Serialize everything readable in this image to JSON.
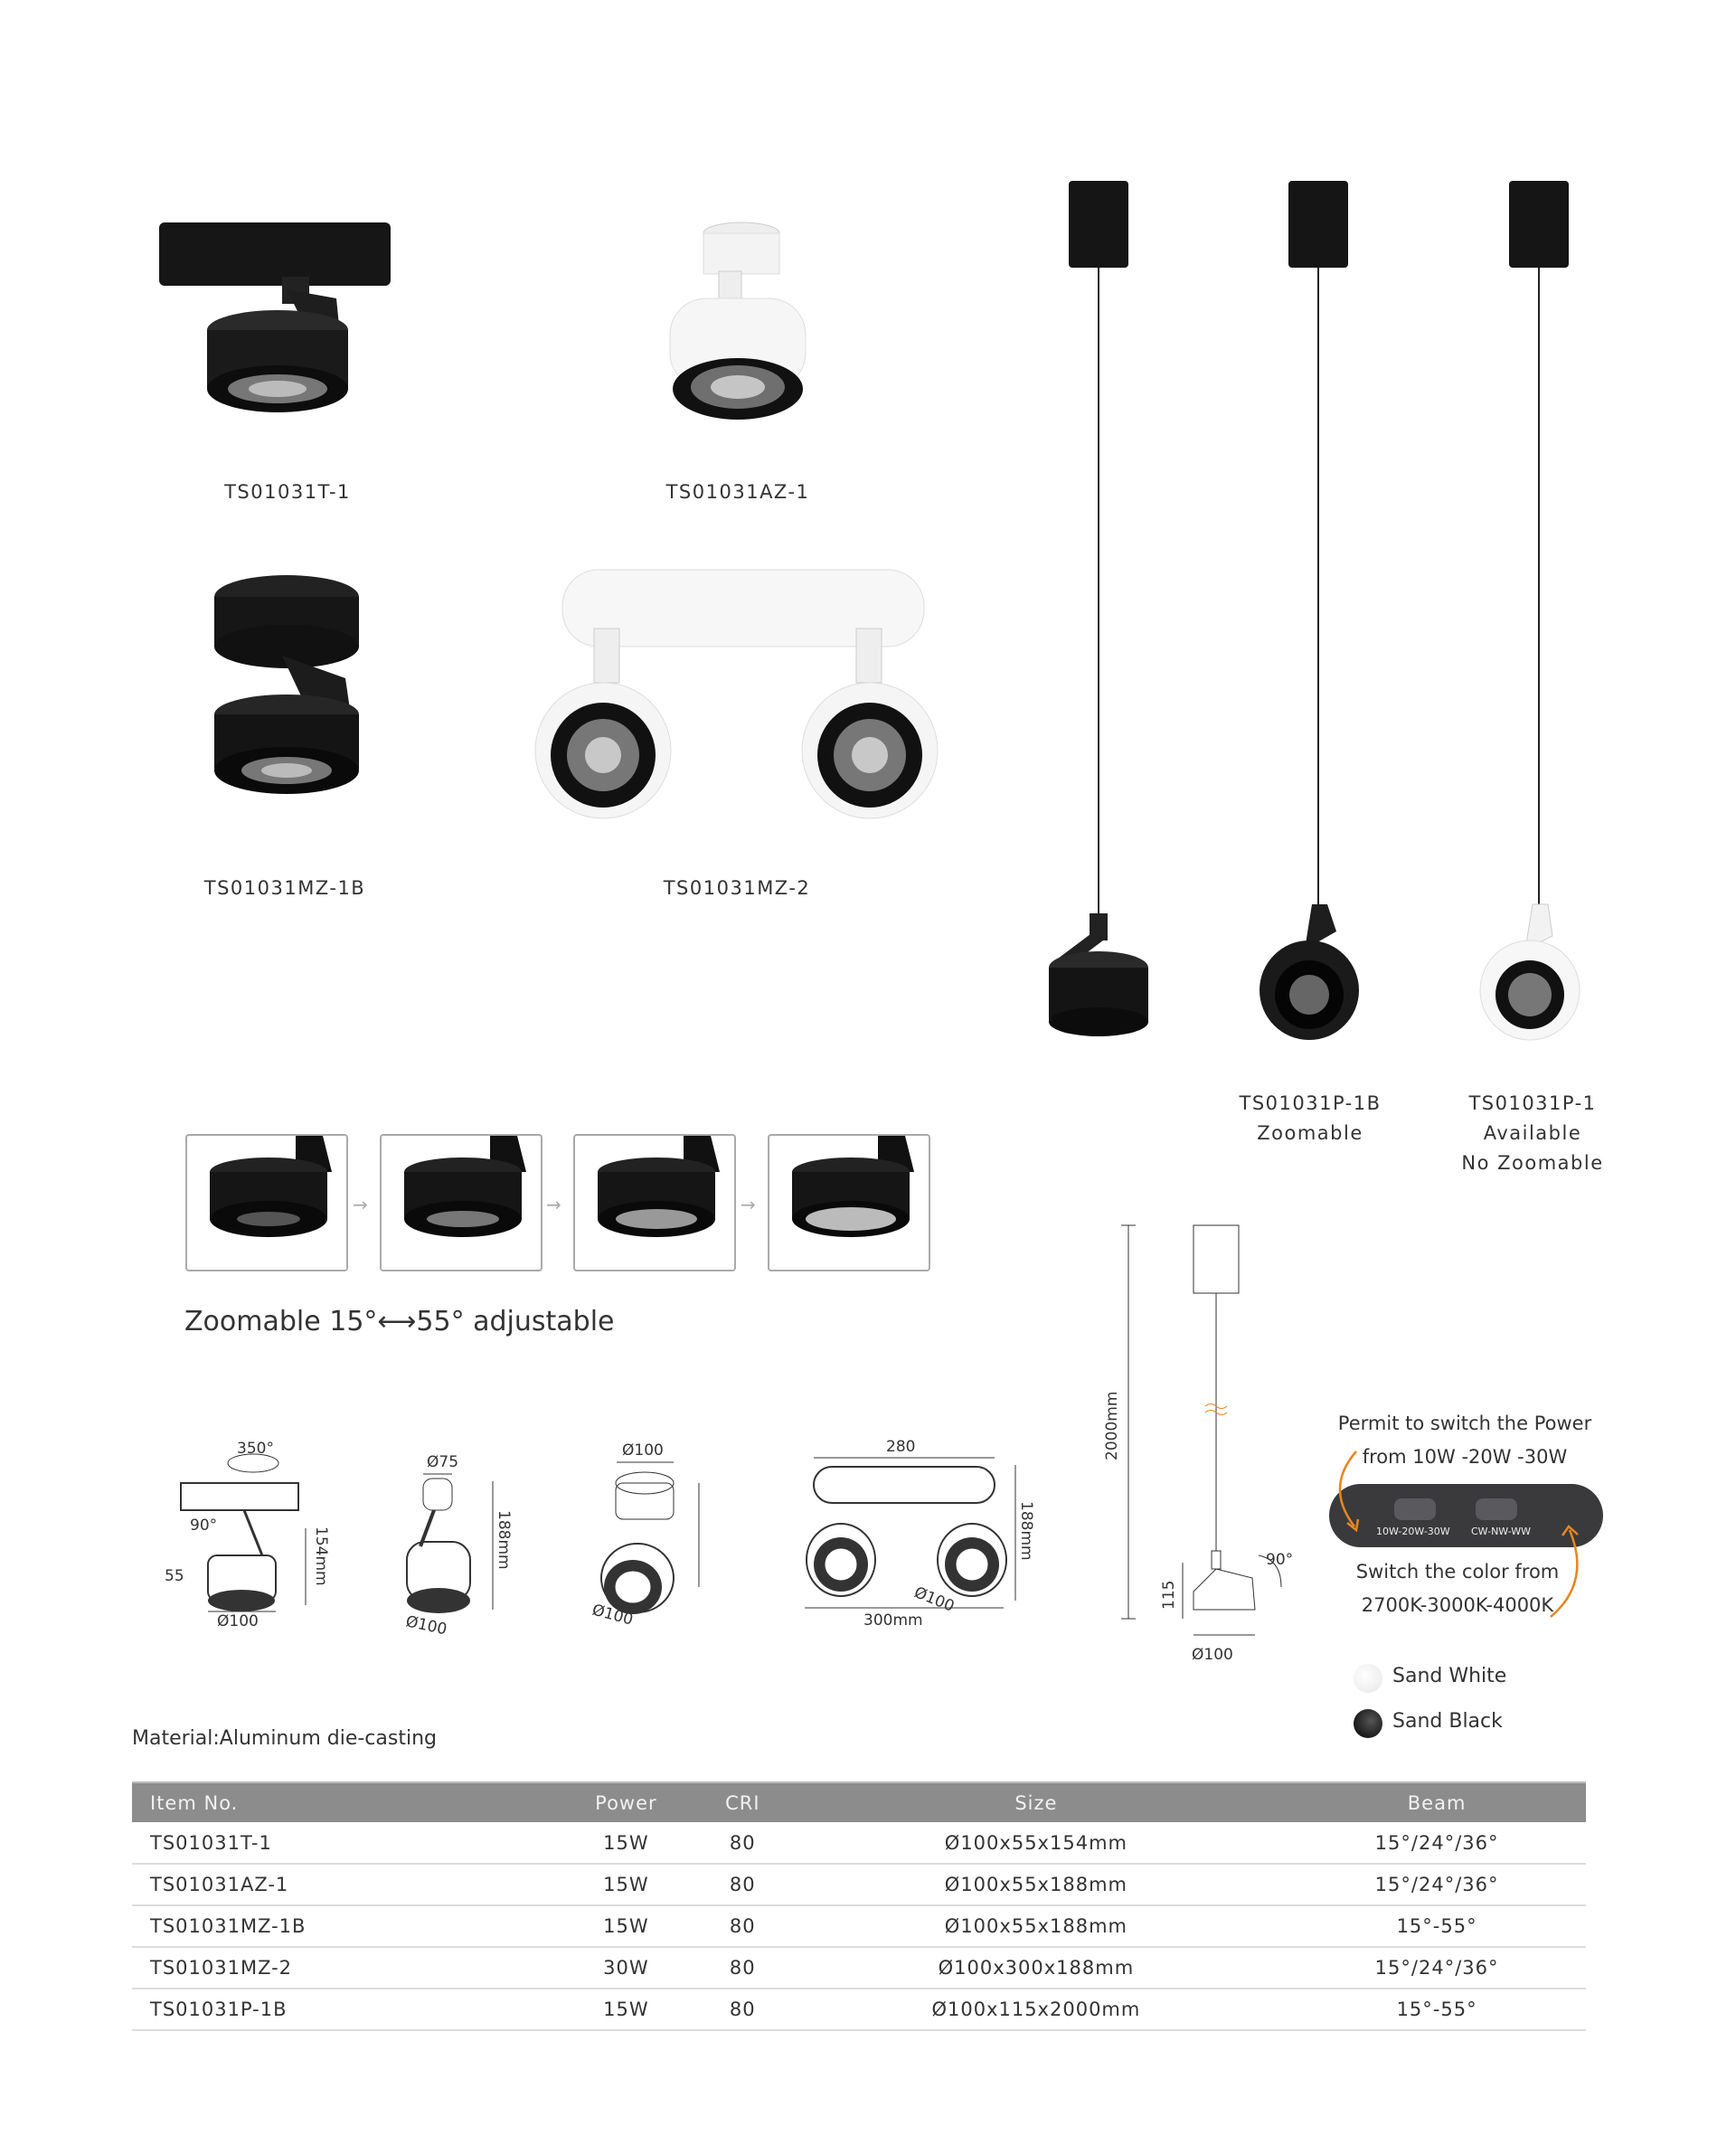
{
  "products": [
    {
      "item": "TS01031T-1"
    },
    {
      "item": "TS01031AZ-1"
    },
    {
      "item": "TS01031MZ-1B"
    },
    {
      "item": "TS01031MZ-2"
    }
  ],
  "pendants": [
    {
      "item": "TS01031P-1B",
      "line2": "Zoomable"
    },
    {
      "item": "TS01031P-1",
      "line2": "Available",
      "line3": "No Zoomable"
    }
  ],
  "zoom_caption": "Zoomable 15°⟷55° adjustable",
  "dimensions": {
    "d1": {
      "rot": "350°",
      "tilt": "90°",
      "h": "55",
      "height": "154mm",
      "dia": "Ø100"
    },
    "d2": {
      "top": "Ø75",
      "height": "188mm",
      "dia": "Ø100"
    },
    "d3": {
      "top": "Ø100",
      "dia": "Ø100"
    },
    "d4": {
      "top": "280",
      "height": "188mm",
      "dia": "Ø100",
      "width": "300mm"
    },
    "pendant": {
      "cable": "2000mm",
      "h": "115",
      "tilt": "90°",
      "dia": "Ø100"
    }
  },
  "switch_panel": {
    "power_note_1": "Permit to switch the Power",
    "power_note_2": "from 10W -20W -30W",
    "power_label": "10W-20W-30W",
    "color_label": "CW-NW-WW",
    "color_note_1": "Switch the color from",
    "color_note_2": "2700K-3000K-4000K",
    "accent": "#e8861f"
  },
  "finishes": [
    {
      "name": "Sand White",
      "color": "#f4f4f4"
    },
    {
      "name": "Sand Black",
      "color": "#111111"
    }
  ],
  "material": "Material:Aluminum die-casting",
  "table": {
    "headers": [
      "Item No.",
      "Power",
      "CRI",
      "Size",
      "Beam"
    ],
    "rows": [
      [
        "TS01031T-1",
        "15W",
        "80",
        "Ø100x55x154mm",
        "15°/24°/36°"
      ],
      [
        "TS01031AZ-1",
        "15W",
        "80",
        "Ø100x55x188mm",
        "15°/24°/36°"
      ],
      [
        "TS01031MZ-1B",
        "15W",
        "80",
        "Ø100x55x188mm",
        "15°-55°"
      ],
      [
        "TS01031MZ-2",
        "30W",
        "80",
        "Ø100x300x188mm",
        "15°/24°/36°"
      ],
      [
        "TS01031P-1B",
        "15W",
        "80",
        "Ø100x115x2000mm",
        "15°-55°"
      ]
    ]
  }
}
